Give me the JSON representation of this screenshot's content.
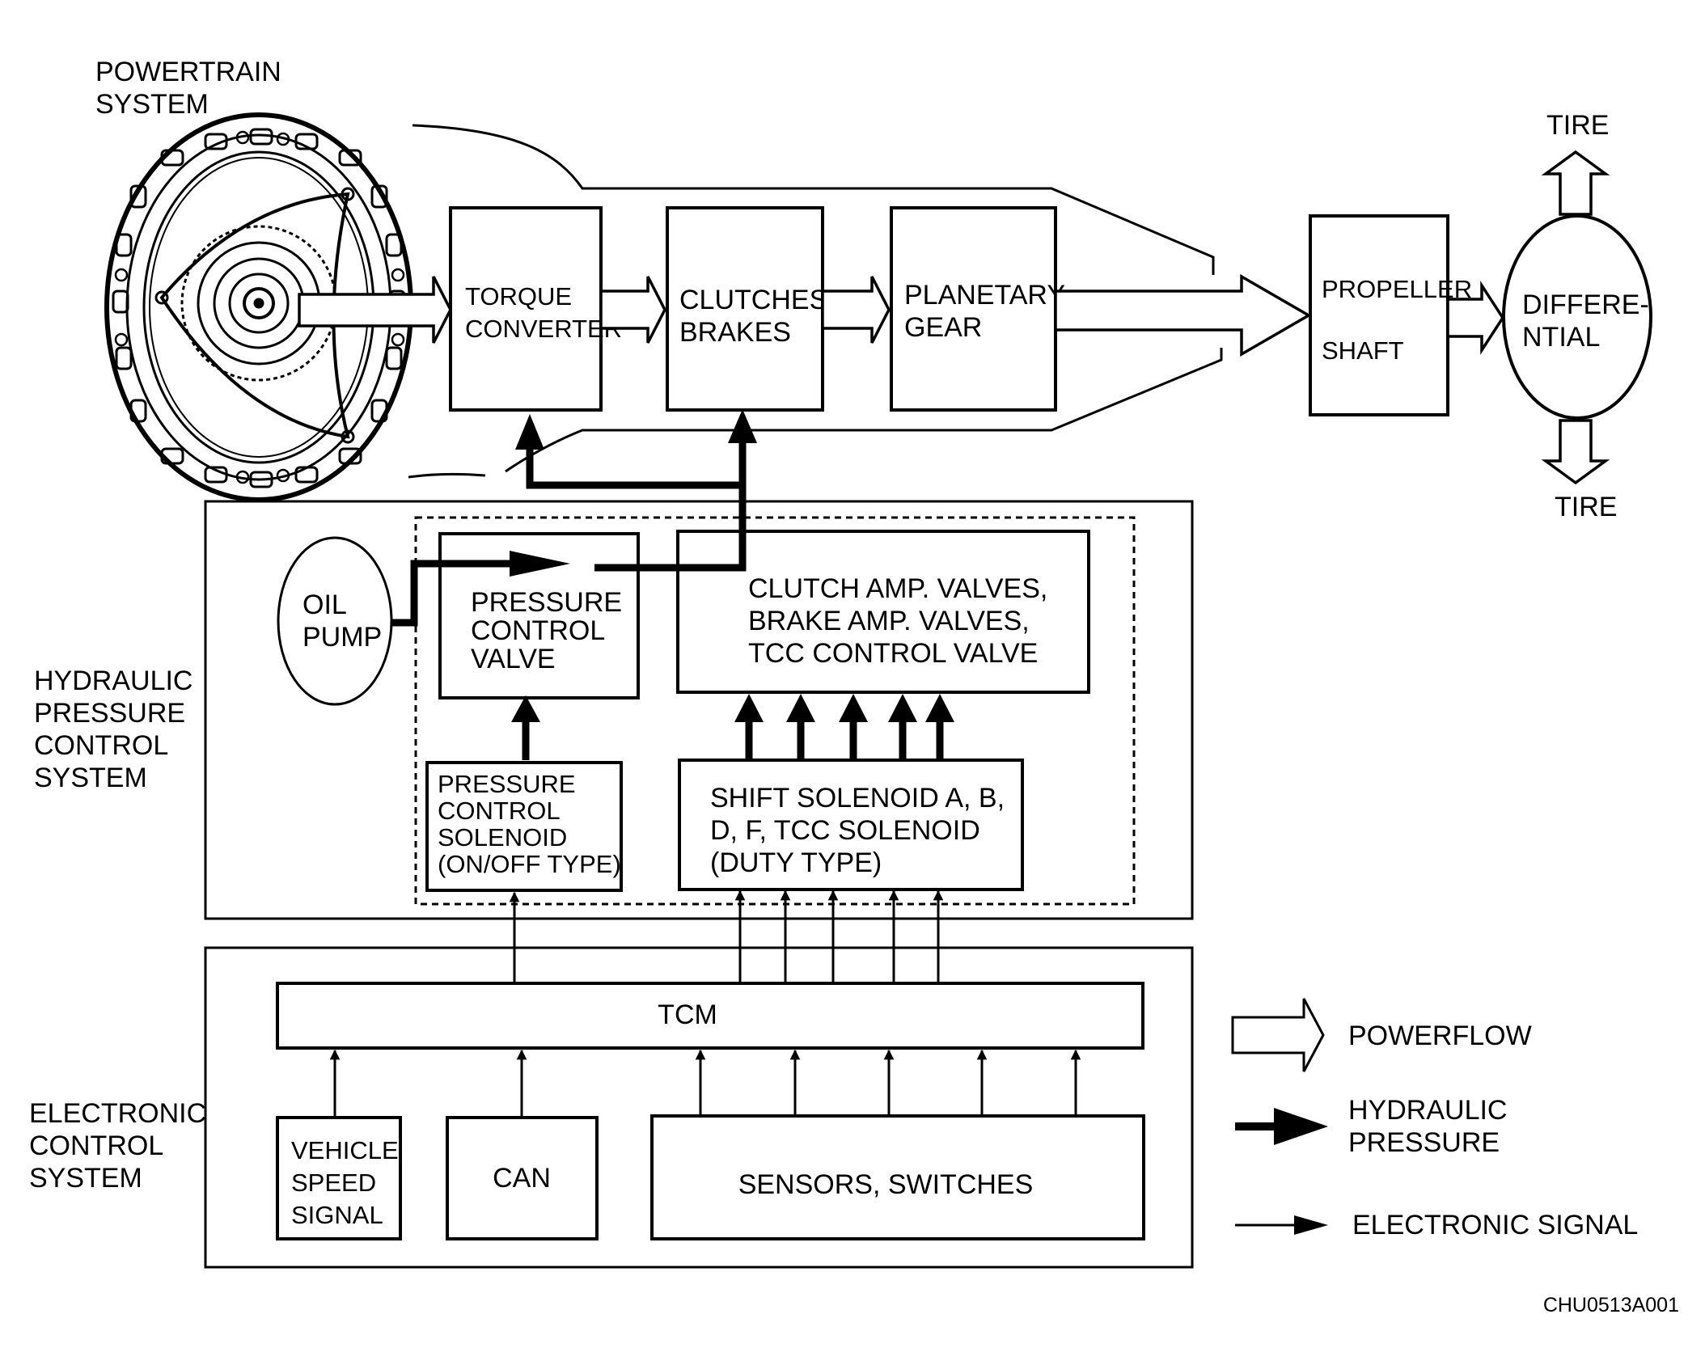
{
  "colors": {
    "ink": "#000000",
    "paper": "#ffffff"
  },
  "sections": {
    "powertrain": [
      "POWERTRAIN",
      "SYSTEM"
    ],
    "hydraulic": [
      "HYDRAULIC",
      "PRESSURE",
      "CONTROL",
      "SYSTEM"
    ],
    "electronic": [
      "ELECTRONIC",
      "CONTROL",
      "SYSTEM"
    ]
  },
  "powertrain": {
    "engine_icon": "rotary-engine-drawing",
    "torque_converter": [
      "TORQUE",
      "CONVERTER"
    ],
    "clutches_brakes": [
      "CLUTCHES,",
      "BRAKES"
    ],
    "planetary_gear": [
      "PLANETARY",
      "GEAR"
    ],
    "propeller_shaft": [
      "PROPELLER",
      "SHAFT"
    ],
    "differential": [
      "DIFFERE-",
      "NTIAL"
    ],
    "tire_top": "TIRE",
    "tire_bottom": "TIRE"
  },
  "hydraulic": {
    "oil_pump": [
      "OIL",
      "PUMP"
    ],
    "pressure_control_valve": [
      "PRESSURE",
      "CONTROL",
      "VALVE"
    ],
    "amp_valves": [
      "CLUTCH AMP. VALVES,",
      "BRAKE AMP. VALVES,",
      "TCC CONTROL VALVE"
    ],
    "pressure_control_solenoid": [
      "PRESSURE",
      "CONTROL",
      "SOLENOID",
      "(ON/OFF TYPE)"
    ],
    "shift_solenoid": [
      "SHIFT SOLENOID A, B,",
      "D, F, TCC SOLENOID",
      "(DUTY TYPE)"
    ]
  },
  "electronic": {
    "tcm": "TCM",
    "vehicle_speed_signal": [
      "VEHICLE",
      "SPEED",
      "SIGNAL"
    ],
    "can": "CAN",
    "sensors_switches": "SENSORS, SWITCHES"
  },
  "legend": {
    "powerflow": "POWERFLOW",
    "hydraulic_pressure": [
      "HYDRAULIC",
      "PRESSURE"
    ],
    "electronic_signal": "ELECTRONIC SIGNAL"
  },
  "figure_code": "CHU0513A001"
}
